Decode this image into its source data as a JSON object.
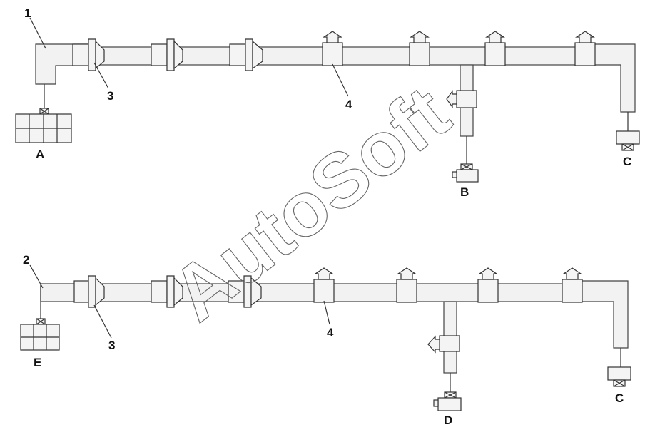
{
  "figure": {
    "callouts": {
      "harness_1": "1",
      "harness_2": "2",
      "grommet_top": "3",
      "grommet_bottom": "3",
      "clip_top": "4",
      "clip_bottom": "4"
    },
    "connectors": {
      "a": "A",
      "b": "B",
      "c_top": "C",
      "c_bottom": "C",
      "d": "D",
      "e": "E"
    },
    "watermark": "AutoSoft"
  }
}
